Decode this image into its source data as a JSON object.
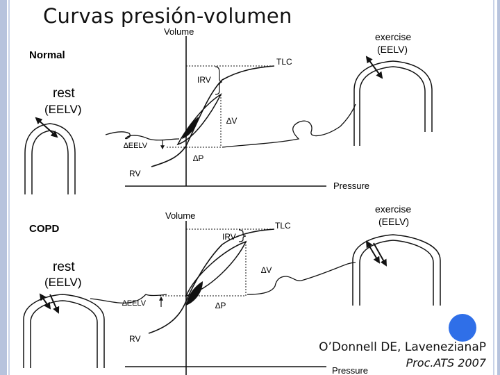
{
  "slide": {
    "title": "Curvas presión-volumen"
  },
  "citation": {
    "authors": "O’Donnell DE, LavenezianaP",
    "journal": "Proc.ATS 2007"
  },
  "colors": {
    "accent_dot": "#2f6fe8",
    "frame": "#b7c3dd"
  },
  "normal_panel": {
    "heading": "Normal",
    "rest_label": "rest",
    "rest_sub": "(EELV)",
    "exercise_label": "exercise",
    "exercise_sub": "(EELV)",
    "volume_axis": "Volume",
    "pressure_axis": "Pressure",
    "tlc": "TLC",
    "irv": "IRV",
    "delta_v": "∆V",
    "delta_eelv": "∆EELV",
    "delta_p": "∆P",
    "rv": "RV"
  },
  "copd_panel": {
    "heading": "COPD",
    "rest_label": "rest",
    "rest_sub": "(EELV)",
    "exercise_label": "exercise",
    "exercise_sub": "(EELV)",
    "volume_axis": "Volume",
    "pressure_axis": "Pressure",
    "tlc": "TLC",
    "irv": "IRV",
    "delta_v": "∆V",
    "delta_eelv": "∆EELV",
    "delta_p": "∆P",
    "rv": "RV"
  }
}
